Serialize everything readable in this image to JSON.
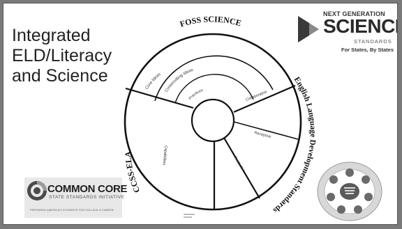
{
  "title_lines": [
    "Integrated",
    "ELD/Literacy",
    "and Science"
  ],
  "wheel": {
    "outer_labels": {
      "top": "FOSS SCIENCE",
      "right": "English Language Development Standards",
      "left": "CCSS-ELA"
    },
    "inner_labels": {
      "core_ideas": "Core Ideas",
      "crosscutting": "Crosscutting Ideas",
      "practices": "Practices",
      "collaborative": "Collaborative",
      "receptive": "Receptive",
      "productive": "Productive",
      "ccss_segment": "Capabilities"
    }
  },
  "ngss": {
    "line1": "NEXT GENERATION",
    "line2": "SCIENCE",
    "line3": "STANDARDS",
    "line4": "For States, By States"
  },
  "common_core": {
    "line1": "COMMON CORE",
    "line2": "STATE STANDARDS INITIATIVE",
    "line3": "PREPARING AMERICA'S STUDENTS FOR COLLEGE & CAREER"
  },
  "colors": {
    "background": "#7a7a7a",
    "panel": "#ffffff",
    "ink": "#222222"
  }
}
